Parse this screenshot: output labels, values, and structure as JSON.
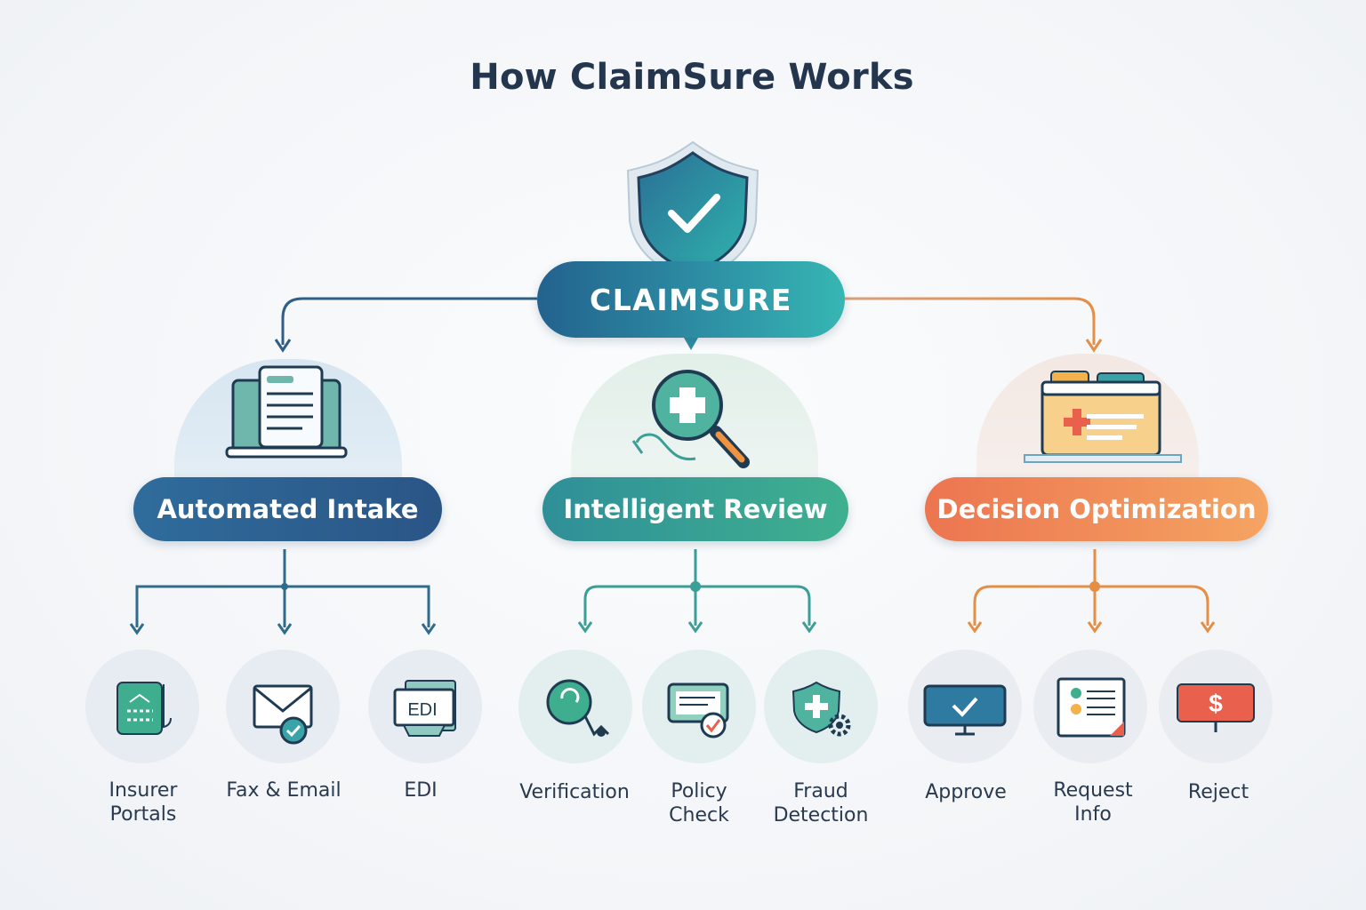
{
  "title": "How ClaimSure Works",
  "center": {
    "label": "CLAIMSURE",
    "icon": "shield-check-icon"
  },
  "categories": [
    {
      "label": "Automated Intake",
      "icon": "document-laptop-icon",
      "color": "#2f6c9c",
      "children": [
        {
          "label": "Insurer\nPortals",
          "icon": "portal-device-icon"
        },
        {
          "label": "Fax & Email",
          "icon": "envelope-check-icon"
        },
        {
          "label": "EDI",
          "icon": "edi-document-icon",
          "icon_text": "EDI"
        }
      ]
    },
    {
      "label": "Intelligent Review",
      "icon": "medical-search-icon",
      "color": "#3a9f94",
      "children": [
        {
          "label": "Verification",
          "icon": "verification-cursor-icon"
        },
        {
          "label": "Policy\nCheck",
          "icon": "policy-check-icon"
        },
        {
          "label": "Fraud\nDetection",
          "icon": "fraud-shield-gear-icon"
        }
      ]
    },
    {
      "label": "Decision Optimization",
      "icon": "folder-case-icon",
      "color": "#ec8a52",
      "children": [
        {
          "label": "Approve",
          "icon": "approve-monitor-icon"
        },
        {
          "label": "Request\nInfo",
          "icon": "request-info-doc-icon"
        },
        {
          "label": "Reject",
          "icon": "reject-dollar-monitor-icon"
        }
      ]
    }
  ]
}
